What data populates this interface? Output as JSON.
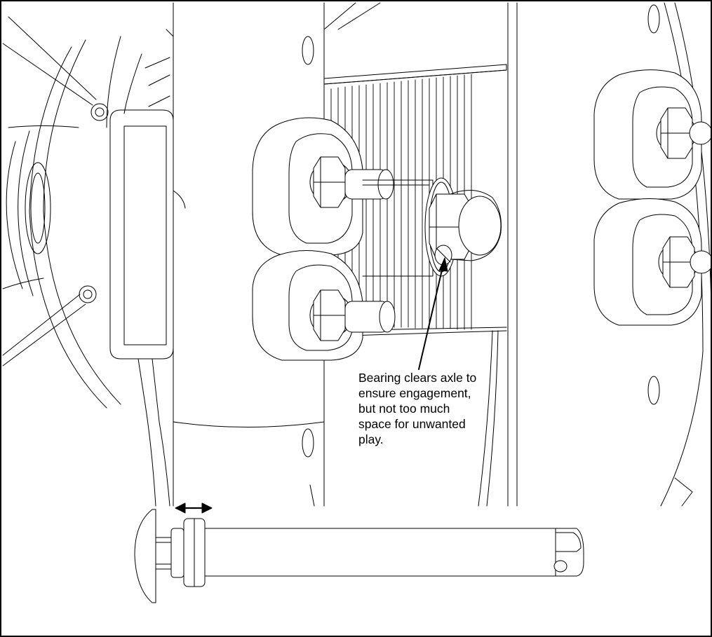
{
  "callout": {
    "text": "Bearing clears axle to\nensure engagement,\nbut not too much\nspace for unwanted\nplay."
  },
  "icons": {
    "motion_arrow": "double-headed-horizontal-arrow",
    "pointer_arrow": "leader-arrow"
  },
  "colors": {
    "line": "#000000",
    "background": "#ffffff"
  }
}
